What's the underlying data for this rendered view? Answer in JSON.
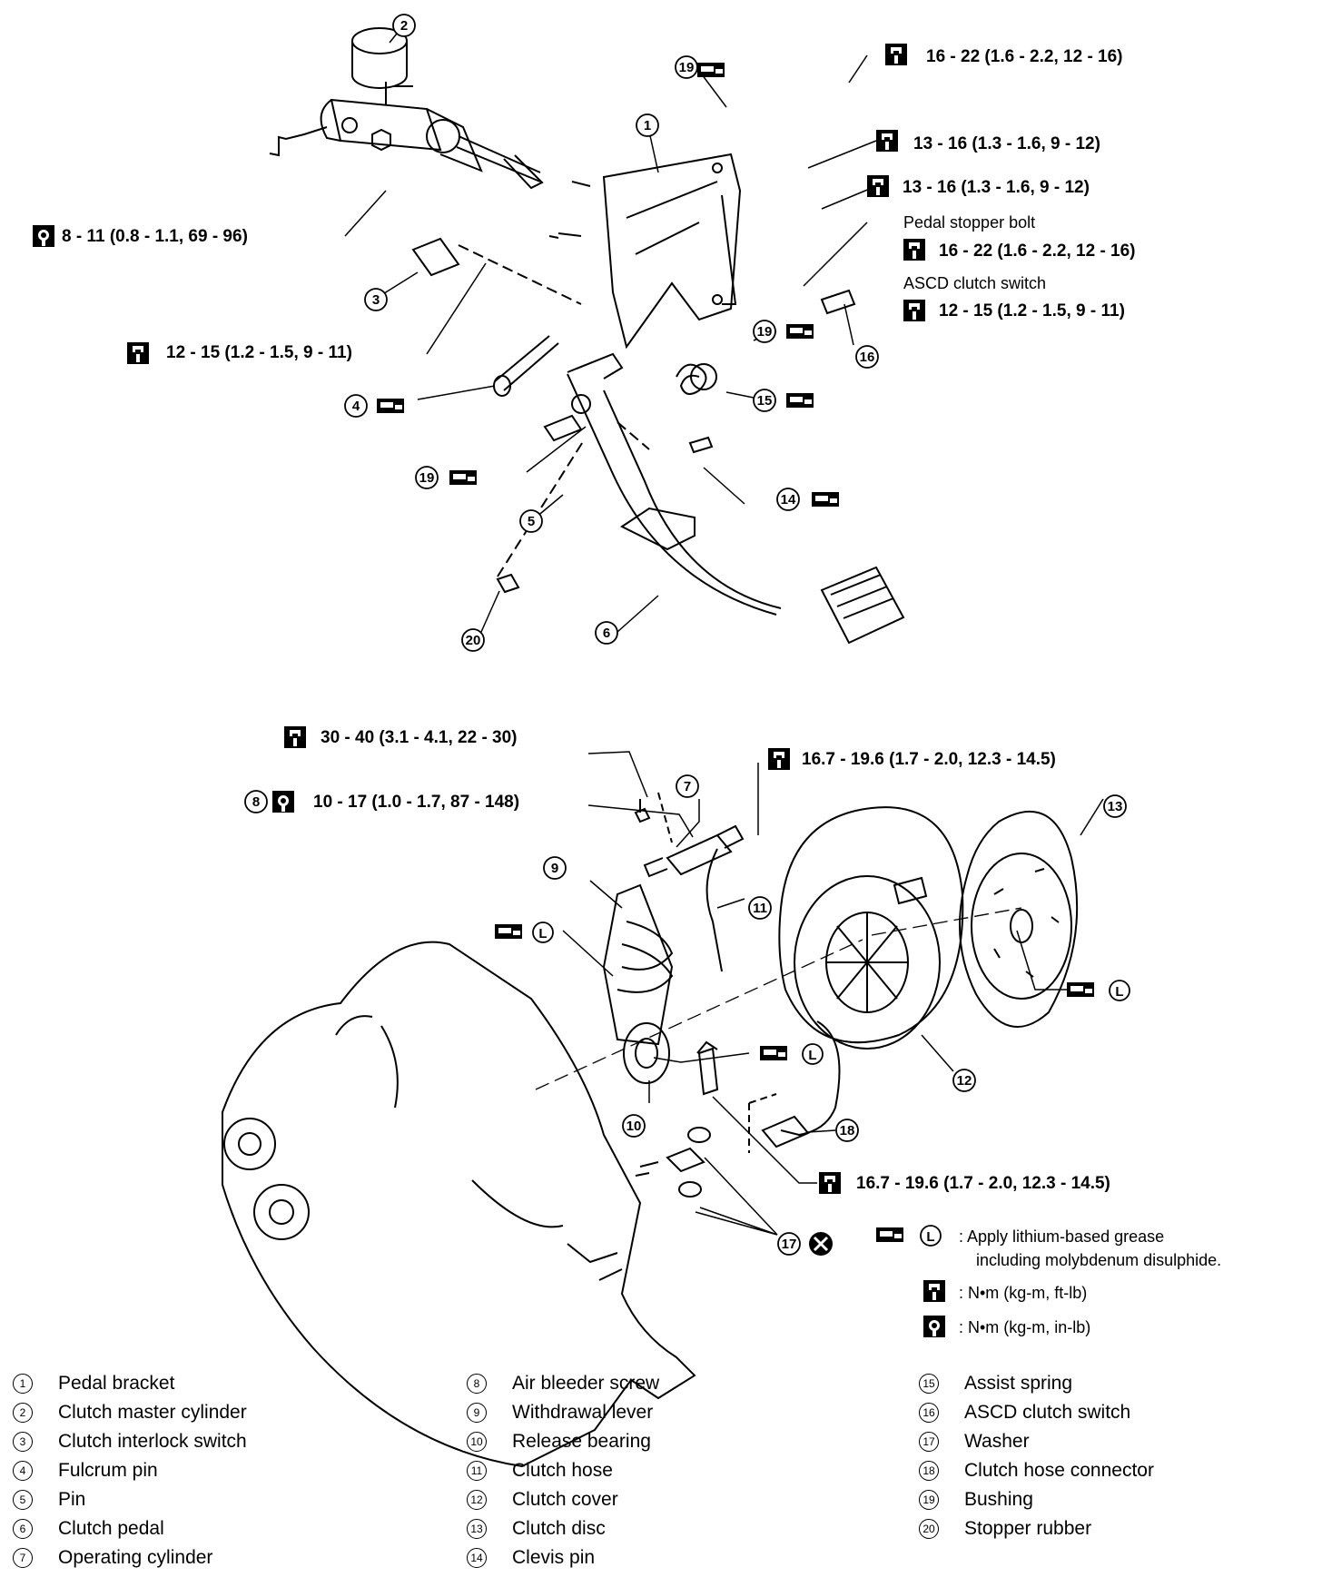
{
  "torque_specs": {
    "t_16_22_top": "16 - 22 (1.6 - 2.2, 12 - 16)",
    "t_13_16_a": "13 - 16 (1.3 - 1.6, 9 - 12)",
    "t_13_16_b": "13 - 16 (1.3 - 1.6, 9 - 12)",
    "t_8_11": "8 - 11 (0.8 - 1.1, 69 - 96)",
    "pedal_stopper_label": "Pedal stopper bolt",
    "t_pedal_stopper": "16 - 22 (1.6 - 2.2, 12 - 16)",
    "ascd_label": "ASCD clutch switch",
    "t_ascd": "12 - 15 (1.2 - 1.5, 9 - 11)",
    "t_12_15_left": "12 - 15 (1.2 - 1.5, 9 - 11)",
    "t_30_40": "30 - 40 (3.1 - 4.1, 22 - 30)",
    "t_10_17": "10 - 17 (1.0 - 1.7, 87 - 148)",
    "t_16_7_top": "16.7 - 19.6 (1.7 - 2.0, 12.3 - 14.5)",
    "t_16_7_bottom": "16.7 - 19.6 (1.7 - 2.0, 12.3 - 14.5)"
  },
  "callouts": {
    "c1": "1",
    "c2": "2",
    "c3": "3",
    "c4": "4",
    "c5": "5",
    "c6": "6",
    "c7": "7",
    "c8": "8",
    "c9": "9",
    "c10": "10",
    "c11": "11",
    "c12": "12",
    "c13": "13",
    "c14": "14",
    "c15": "15",
    "c16": "16",
    "c17": "17",
    "c18": "18",
    "c19": "19",
    "c20": "20",
    "grease_L": "L"
  },
  "key": {
    "grease_line1": ": Apply lithium-based grease",
    "grease_line2": "including molybdenum disulphide.",
    "nm_ftlb": ": N•m (kg-m, ft-lb)",
    "nm_inlb": ": N•m (kg-m, in-lb)"
  },
  "legend": {
    "col1": [
      {
        "num": "1",
        "label": "Pedal bracket"
      },
      {
        "num": "2",
        "label": "Clutch master cylinder"
      },
      {
        "num": "3",
        "label": "Clutch interlock switch"
      },
      {
        "num": "4",
        "label": "Fulcrum pin"
      },
      {
        "num": "5",
        "label": "Pin"
      },
      {
        "num": "6",
        "label": "Clutch pedal"
      },
      {
        "num": "7",
        "label": "Operating cylinder"
      }
    ],
    "col2": [
      {
        "num": "8",
        "label": "Air bleeder screw"
      },
      {
        "num": "9",
        "label": "Withdrawal lever"
      },
      {
        "num": "10",
        "label": "Release bearing"
      },
      {
        "num": "11",
        "label": "Clutch hose"
      },
      {
        "num": "12",
        "label": "Clutch cover"
      },
      {
        "num": "13",
        "label": "Clutch disc"
      },
      {
        "num": "14",
        "label": "Clevis pin"
      }
    ],
    "col3": [
      {
        "num": "15",
        "label": "Assist spring"
      },
      {
        "num": "16",
        "label": "ASCD clutch switch"
      },
      {
        "num": "17",
        "label": "Washer"
      },
      {
        "num": "18",
        "label": "Clutch hose connector"
      },
      {
        "num": "19",
        "label": "Bushing"
      },
      {
        "num": "20",
        "label": "Stopper rubber"
      }
    ]
  },
  "icons": {
    "torque_wrench": "torque-wrench-icon",
    "torque_wrench_inlb": "torque-wrench-inlb-icon",
    "grease_gun": "grease-icon",
    "do_not_reuse": "do-not-reuse-icon"
  }
}
